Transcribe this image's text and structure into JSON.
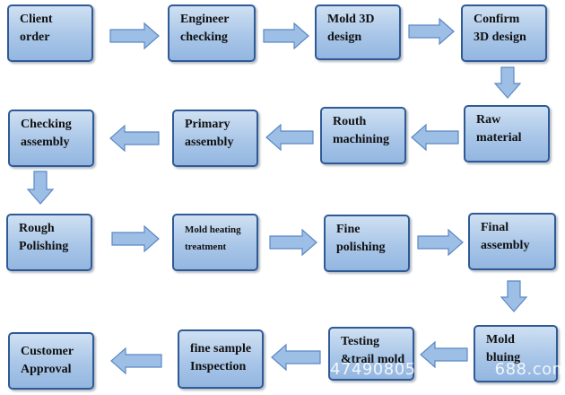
{
  "steps": {
    "client_order": "Client\norder",
    "engineer_checking": "Engineer\nchecking",
    "mold_3d_design": "Mold      3D\ndesign",
    "confirm_3d_design": "Confirm\n3D design",
    "raw_material": "Raw\nmaterial",
    "routh_machining": "Routh\nmachining",
    "primary_assembly": "Primary\nassembly",
    "checking_assembly": "Checking\nassembly",
    "rough_polishing": "Rough\nPolishing",
    "mold_heating_treatment": "Mold  heating\ntreatment",
    "fine_polishing": "Fine\npolishing",
    "final_assembly": "Final\nassembly",
    "mold_bluing": "Mold\nbluing",
    "testing_trail_mold": "Testing\n&trail mold",
    "fine_sample_inspection": "fine  sample\nInspection",
    "customer_approval": "Customer\nApproval"
  },
  "watermark": {
    "part1": "47490805",
    "part2": "688.com"
  },
  "colors": {
    "box_border": "#2f5a96",
    "box_fill_top": "#cfe0f2",
    "box_fill_bottom": "#93b6e0",
    "arrow_fill": "#9dbfe6",
    "arrow_stroke": "#5b88c4"
  }
}
